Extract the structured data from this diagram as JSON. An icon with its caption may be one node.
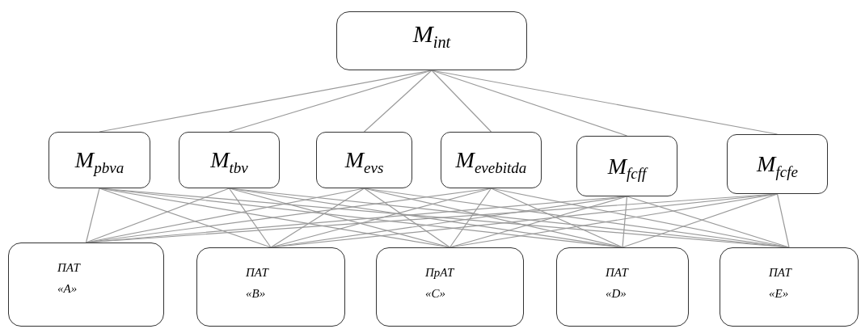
{
  "diagram": {
    "nodes": [
      {
        "text": [
          "M$_{int}$"
        ]
      },
      {
        "text": [
          "M$_{pbva}$"
        ]
      },
      {
        "text": [
          "M$_{tbv}$"
        ]
      },
      {
        "text": [
          "M$_{evs}$"
        ]
      },
      {
        "text": [
          "M$_{evebitda}$"
        ]
      },
      {
        "text": [
          "M$_{fcff}$"
        ]
      },
      {
        "text": [
          "M$_{fcfe}$"
        ]
      },
      {
        "text": [
          "ПАТ «A»"
        ]
      },
      {
        "text": [
          "ПАТ «B»"
        ]
      },
      {
        "text": [
          "ПрАТ «C»"
        ]
      },
      {
        "text": [
          "ПАТ «D»"
        ]
      },
      {
        "text": [
          "ПАТ «E»"
        ]
      }
    ],
    "edges": [
      {
        "from": 0,
        "to": 1,
        "arrow": "none"
      },
      {
        "from": 0,
        "to": 2,
        "arrow": "none"
      },
      {
        "from": 0,
        "to": 3,
        "arrow": "none"
      },
      {
        "from": 0,
        "to": 4,
        "arrow": "none"
      },
      {
        "from": 0,
        "to": 5,
        "arrow": "none"
      },
      {
        "from": 0,
        "to": 6,
        "arrow": "none"
      },
      {
        "from": 1,
        "to": 7,
        "arrow": "none"
      },
      {
        "from": 1,
        "to": 8,
        "arrow": "none"
      },
      {
        "from": 1,
        "to": 9,
        "arrow": "none"
      },
      {
        "from": 1,
        "to": 10,
        "arrow": "none"
      },
      {
        "from": 1,
        "to": 11,
        "arrow": "none"
      },
      {
        "from": 2,
        "to": 7,
        "arrow": "none"
      },
      {
        "from": 2,
        "to": 8,
        "arrow": "none"
      },
      {
        "from": 2,
        "to": 9,
        "arrow": "none"
      },
      {
        "from": 2,
        "to": 10,
        "arrow": "none"
      },
      {
        "from": 2,
        "to": 11,
        "arrow": "none"
      },
      {
        "from": 3,
        "to": 7,
        "arrow": "none"
      },
      {
        "from": 3,
        "to": 8,
        "arrow": "none"
      },
      {
        "from": 3,
        "to": 9,
        "arrow": "none"
      },
      {
        "from": 3,
        "to": 10,
        "arrow": "none"
      },
      {
        "from": 3,
        "to": 11,
        "arrow": "none"
      },
      {
        "from": 4,
        "to": 7,
        "arrow": "none"
      },
      {
        "from": 4,
        "to": 8,
        "arrow": "none"
      },
      {
        "from": 4,
        "to": 9,
        "arrow": "none"
      },
      {
        "from": 4,
        "to": 10,
        "arrow": "none"
      },
      {
        "from": 4,
        "to": 11,
        "arrow": "none"
      },
      {
        "from": 5,
        "to": 7,
        "arrow": "none"
      },
      {
        "from": 5,
        "to": 8,
        "arrow": "none"
      },
      {
        "from": 5,
        "to": 9,
        "arrow": "none"
      },
      {
        "from": 5,
        "to": 10,
        "arrow": "none"
      },
      {
        "from": 5,
        "to": 11,
        "arrow": "none"
      },
      {
        "from": 6,
        "to": 7,
        "arrow": "none"
      },
      {
        "from": 6,
        "to": 8,
        "arrow": "none"
      },
      {
        "from": 6,
        "to": 9,
        "arrow": "none"
      },
      {
        "from": 6,
        "to": 10,
        "arrow": "none"
      },
      {
        "from": 6,
        "to": 11,
        "arrow": "none"
      }
    ]
  }
}
